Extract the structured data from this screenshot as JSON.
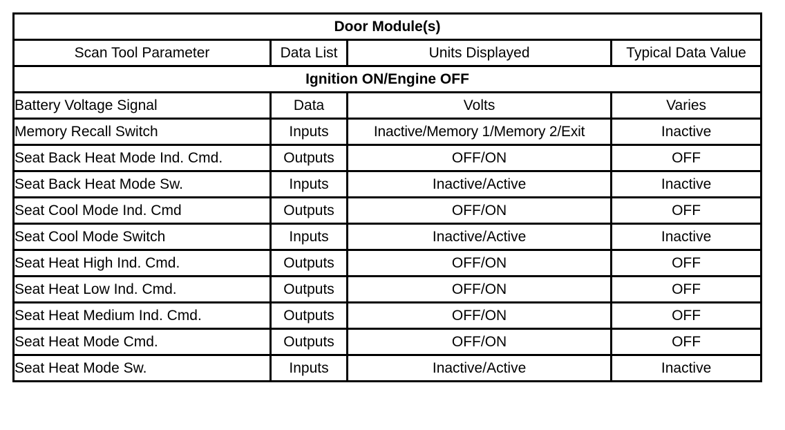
{
  "table": {
    "title": "Door Module(s)",
    "columns": [
      "Scan Tool Parameter",
      "Data List",
      "Units Displayed",
      "Typical Data Value"
    ],
    "section_header": "Ignition ON/Engine OFF",
    "rows": [
      {
        "parameter": "Battery Voltage Signal",
        "data_list": "Data",
        "units": "Volts",
        "typical_value": "Varies"
      },
      {
        "parameter": "Memory Recall Switch",
        "data_list": "Inputs",
        "units": "Inactive/Memory 1/Memory 2/Exit",
        "typical_value": "Inactive"
      },
      {
        "parameter": "Seat Back Heat Mode Ind. Cmd.",
        "data_list": "Outputs",
        "units": "OFF/ON",
        "typical_value": "OFF"
      },
      {
        "parameter": "Seat Back Heat Mode Sw.",
        "data_list": "Inputs",
        "units": "Inactive/Active",
        "typical_value": "Inactive"
      },
      {
        "parameter": "Seat Cool Mode Ind. Cmd",
        "data_list": "Outputs",
        "units": "OFF/ON",
        "typical_value": "OFF"
      },
      {
        "parameter": "Seat Cool Mode Switch",
        "data_list": "Inputs",
        "units": "Inactive/Active",
        "typical_value": "Inactive"
      },
      {
        "parameter": "Seat Heat High Ind. Cmd.",
        "data_list": "Outputs",
        "units": "OFF/ON",
        "typical_value": "OFF"
      },
      {
        "parameter": "Seat Heat Low Ind. Cmd.",
        "data_list": "Outputs",
        "units": "OFF/ON",
        "typical_value": "OFF"
      },
      {
        "parameter": "Seat Heat Medium Ind. Cmd.",
        "data_list": "Outputs",
        "units": "OFF/ON",
        "typical_value": "OFF"
      },
      {
        "parameter": "Seat Heat Mode Cmd.",
        "data_list": "Outputs",
        "units": "OFF/ON",
        "typical_value": "OFF"
      },
      {
        "parameter": "Seat Heat Mode Sw.",
        "data_list": "Inputs",
        "units": "Inactive/Active",
        "typical_value": "Inactive"
      }
    ]
  }
}
